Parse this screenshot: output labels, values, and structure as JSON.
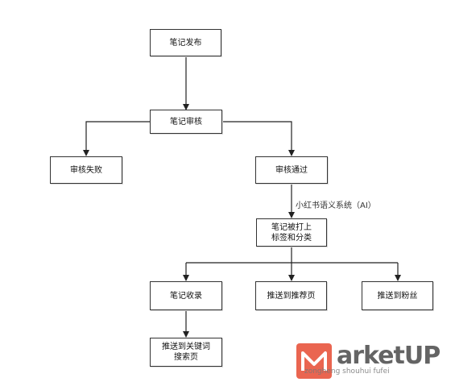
{
  "nodes": {
    "note_publish": "笔记发布",
    "note_review": "笔记审核",
    "review_fail": "审核失败",
    "review_pass": "审核通过",
    "tagged": "笔记被打上\n标签和分类",
    "indexed": "笔记收录",
    "push_recommend": "推送到推荐页",
    "push_fans": "推送到粉丝",
    "push_search": "推送到关键词\n搜索页"
  },
  "edge_labels": {
    "semantic_system": "小红书语义系统（AI）"
  },
  "watermark": {
    "brand": "arketUP",
    "sub": "zongheng shouhui fufei"
  }
}
